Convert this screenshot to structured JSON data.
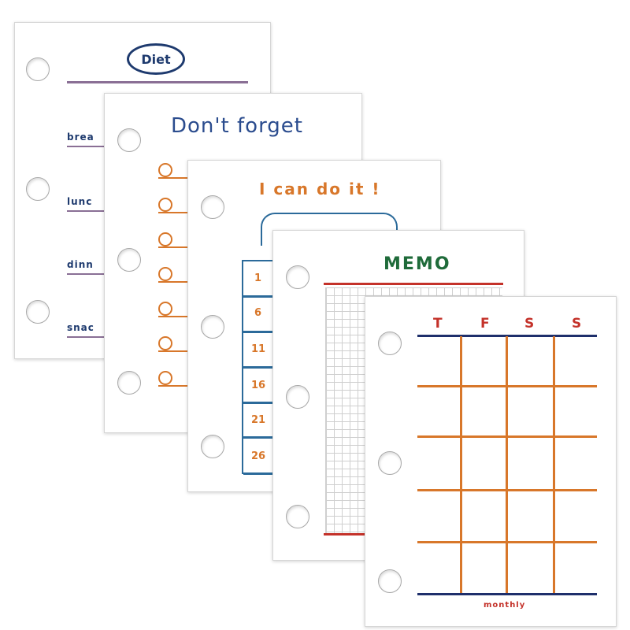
{
  "diet": {
    "title": "Diet",
    "meals": [
      "brea",
      "lunc",
      "dinn",
      "snac"
    ]
  },
  "dont_forget": {
    "title": "Don't forget"
  },
  "can_do": {
    "title": "I can do it !",
    "days": [
      "1",
      "6",
      "11",
      "16",
      "21",
      "26"
    ]
  },
  "memo": {
    "title": "MEMO"
  },
  "monthly": {
    "days_of_week": [
      "T",
      "F",
      "S",
      "S"
    ],
    "footer": "monthly"
  },
  "colors": {
    "navy": "#1e3a6e",
    "orange": "#d8772a",
    "red": "#c4322a",
    "green": "#1f6b3a",
    "purple": "#8a6f95"
  }
}
